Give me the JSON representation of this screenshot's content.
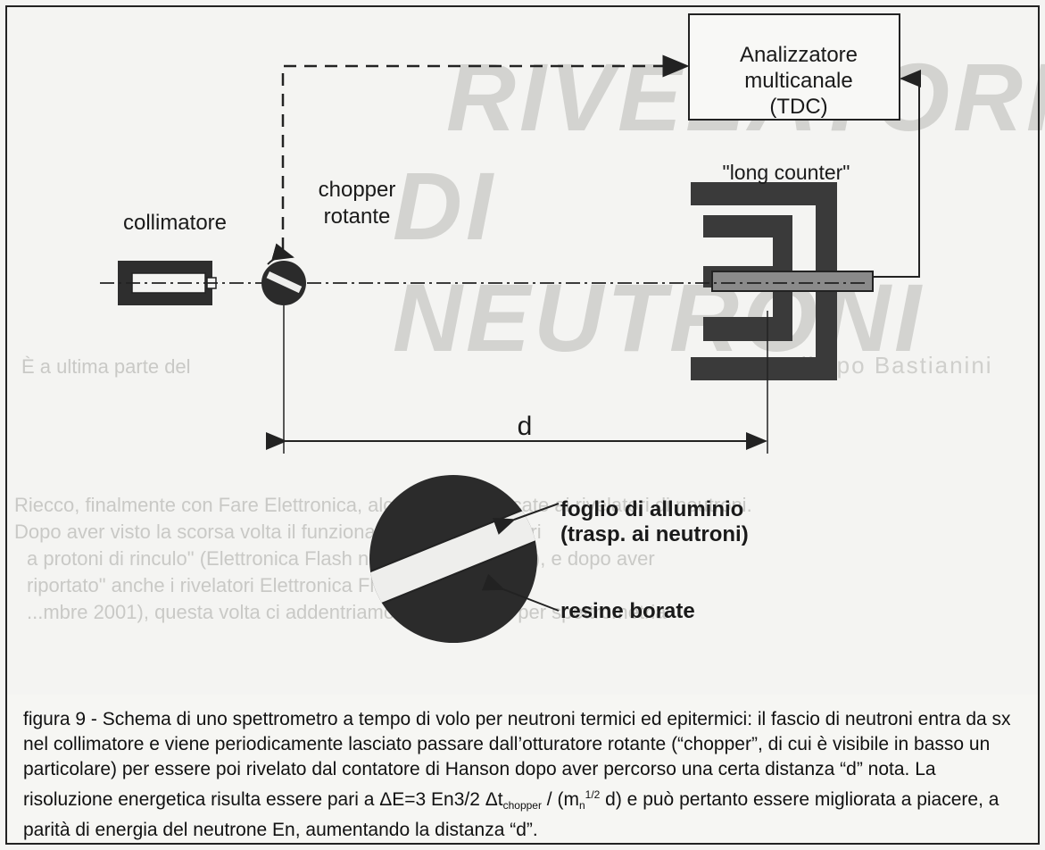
{
  "diagram": {
    "analyzer": {
      "line1": "Analizzatore",
      "line2": "multicanale",
      "line3": "(TDC)"
    },
    "long_counter_label": "\"long counter\"",
    "collimator_label": "collimatore",
    "chopper_label": {
      "line1": "chopper",
      "line2": "rotante"
    },
    "distance_label": "d",
    "detail": {
      "foil_line1": "foglio di alluminio",
      "foil_line2": "(trasp. ai neutroni)",
      "boron_label": "resine borate"
    }
  },
  "background_text": {
    "title_line1": "RIVELATORI",
    "title_line2": "DI NEUTRONI",
    "author": "Filippo Bastianini",
    "visible_line1": "Riecco, finalmente con Fare Elettronica, alcune note dedicate ai rivelatori di neutroni.",
    "visible_line2": "Dopo aver visto la scorsa volta il funzionamento dei rivelatori",
    "visible_line3": "a protoni di rinculo\" (Elettronica Flash n. 209, ottobre 2001), e dopo aver",
    "visible_line4": "riportato\" anche i rivelatori Elettronica Flash n. 210",
    "visible_line5": "...mbre 2001), questa volta ci addentriamo tra i rivelatori per spettrometria",
    "visible_line6": "È a ultima parte del"
  },
  "caption": {
    "part1": "figura 9 - Schema di uno spettrometro a tempo di volo per neutroni termici ed epitermici: il fascio di neutroni entra da sx nel collimatore e viene periodicamente lasciato passare dall’otturatore rotante (“chopper”, di cui è visibile in basso un particolare) per essere poi rivelato dal contatore di Hanson dopo aver percorso una certa distanza “d” nota. La risoluzione energetica risulta essere pari a ΔE=3 En3/2 Δt",
    "sub_chopper": "chopper",
    "part2": " / (m",
    "sub_n": "n",
    "sup_half": "1/2",
    "part3": " d) e può pertanto essere migliorata a piacere, a parità di energia del neutrone En, aumentando la distanza “d”."
  }
}
